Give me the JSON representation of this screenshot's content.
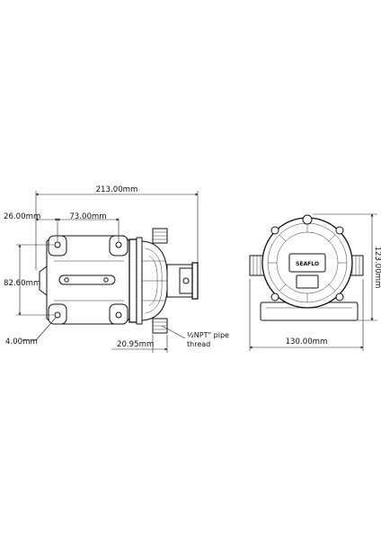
{
  "dimensions": {
    "overall_length": "213.00mm",
    "mount_offset": "26.00mm",
    "mount_spacing": "73.00mm",
    "mount_height": "82.60mm",
    "hole_diameter": "4.00mm",
    "port_offset": "20.95mm",
    "front_width": "130.00mm",
    "front_height": "123.00mm"
  },
  "notes": {
    "thread_line1": "½NPT\" pipe",
    "thread_line2": "thread"
  },
  "logo_text": "SEAFLO",
  "colors": {
    "line": "#111111",
    "background": "#ffffff"
  }
}
